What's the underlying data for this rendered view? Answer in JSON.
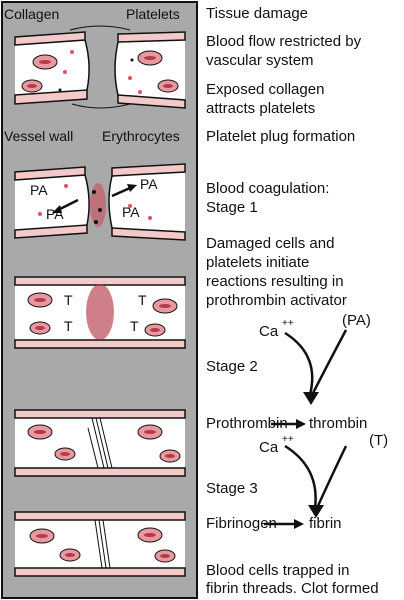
{
  "panel_labels": {
    "collagen": "Collagen",
    "platelets": "Platelets",
    "vessel_wall": "Vessel wall",
    "erythrocytes": "Erythrocytes"
  },
  "stage_marks": {
    "pa": "PA",
    "t": "T"
  },
  "steps": {
    "tissue_damage": "Tissue damage",
    "flow_restricted_1": "Blood flow restricted by",
    "flow_restricted_2": "vascular system",
    "exposed_collagen_1": "Exposed collagen",
    "exposed_collagen_2": "attracts platelets",
    "plug_formation": "Platelet plug formation",
    "coag_1": "Blood coagulation:",
    "coag_2": "Stage 1",
    "damaged_1": "Damaged cells and",
    "damaged_2": "platelets initiate",
    "damaged_3": "reactions resulting in",
    "damaged_4": "prothrombin activator",
    "stage2": "Stage 2",
    "stage3": "Stage 3",
    "trapped_1": "Blood cells trapped in",
    "trapped_2": "fibrin threads. Clot formed"
  },
  "reactions": {
    "ca": "Ca",
    "ca_charge": "++",
    "pa_paren": "(PA)",
    "prothrombin": "Prothrombin",
    "thrombin": "thrombin",
    "t_paren": "(T)",
    "fibrinogen": "Fibrinogen",
    "fibrin": "fibrin"
  },
  "colors": {
    "panel_bg": "#a9a9a9",
    "lumen": "#ffffff",
    "wall": "#f4c9c9",
    "rbc_fill": "#e8999f",
    "rbc_core": "#b33b4a",
    "platelet": "#e05560",
    "outline": "#111111"
  }
}
